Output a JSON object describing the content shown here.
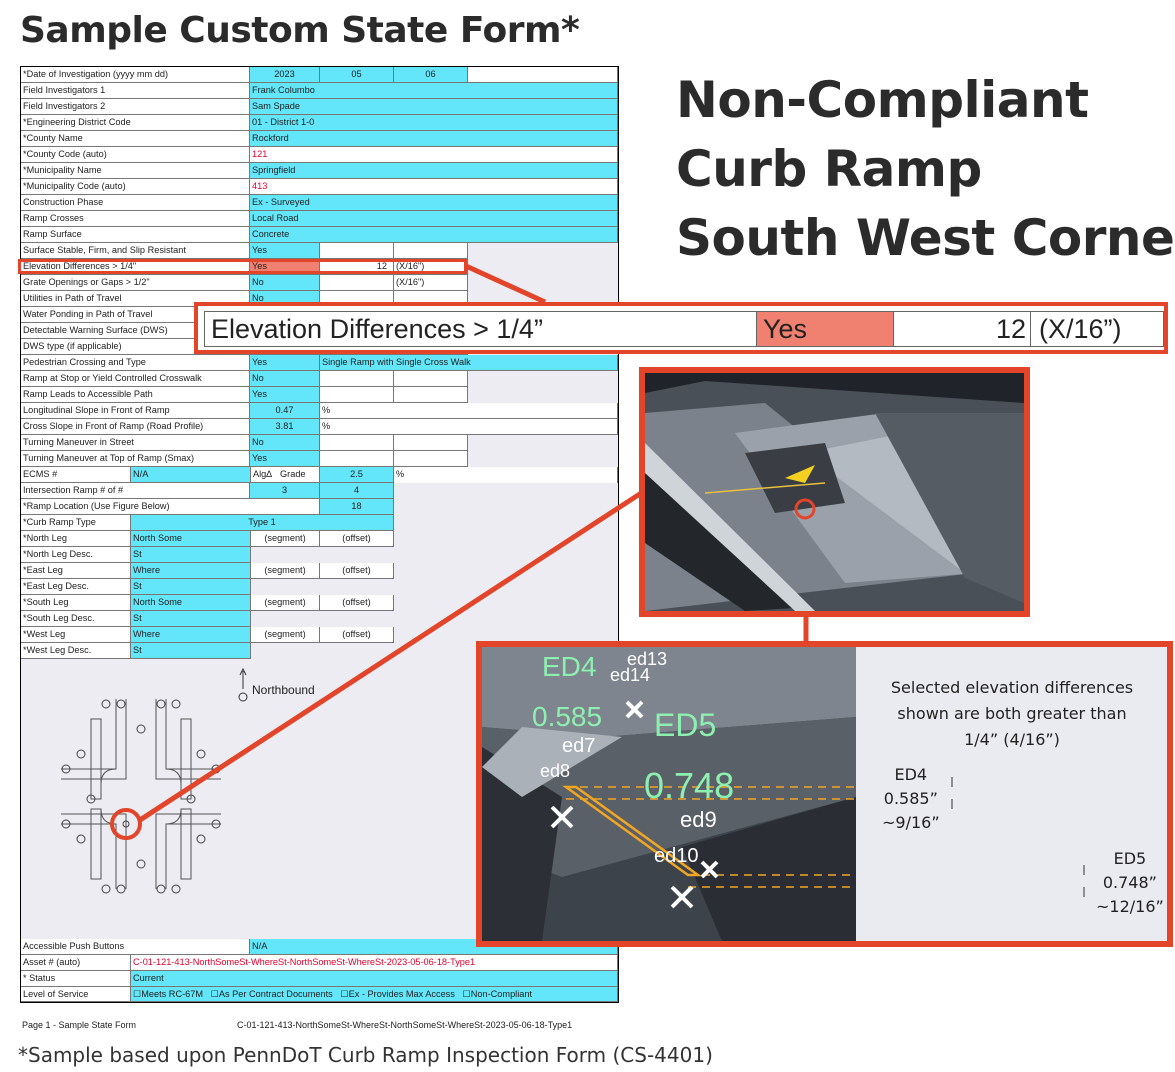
{
  "title": "Sample Custom State Form*",
  "heading": [
    "Non-Compliant",
    "Curb Ramp",
    "South West Corner"
  ],
  "form": {
    "date": {
      "label": "*Date of Investigation (yyyy mm dd)",
      "year": "2023",
      "month": "05",
      "day": "06"
    },
    "rows": [
      {
        "label": "Field Investigators 1",
        "value": "Frank Columbo"
      },
      {
        "label": "Field Investigators 2",
        "value": "Sam Spade"
      },
      {
        "label": "*Engineering District Code",
        "value": "01 - District 1-0"
      },
      {
        "label": "*County Name",
        "value": "Rockford"
      },
      {
        "label": "*County Code (auto)",
        "value": "121"
      },
      {
        "label": "*Municipality Name",
        "value": "Springfield"
      },
      {
        "label": "*Municipality Code (auto)",
        "value": "413"
      },
      {
        "label": "Construction Phase",
        "value": "Ex - Surveyed"
      },
      {
        "label": "Ramp Crosses",
        "value": "Local Road"
      },
      {
        "label": "Ramp Surface",
        "value": "Concrete"
      },
      {
        "label": "Surface Stable, Firm, and Slip Resistant",
        "value": "Yes"
      },
      {
        "label": "Elevation Differences > 1/4\"",
        "value": "Yes",
        "count": "12",
        "unit": "(X/16\")"
      },
      {
        "label": "Grate Openings or Gaps > 1/2\"",
        "value": "No",
        "unit": "(X/16\")"
      },
      {
        "label": "Utilities in Path of Travel",
        "value": "No"
      },
      {
        "label": "Water Ponding in Path of Travel",
        "value": ""
      },
      {
        "label": "Detectable Warning Surface (DWS)",
        "value": ""
      },
      {
        "label": "DWS type (if applicable)",
        "value": ""
      },
      {
        "label": "Pedestrian Crossing and Type",
        "value": "Yes",
        "extra": "Single Ramp with Single Cross Walk"
      },
      {
        "label": "Ramp at Stop or Yield Controlled Crosswalk",
        "value": "No"
      },
      {
        "label": "Ramp Leads to Accessible Path",
        "value": "Yes"
      },
      {
        "label": "Longitudinal Slope in Front of Ramp",
        "value": "0.47",
        "unit": "%"
      },
      {
        "label": "Cross Slope in Front of Ramp (Road Profile)",
        "value": "3.81",
        "unit": "%"
      },
      {
        "label": "Turning Maneuver in Street",
        "value": "No"
      },
      {
        "label": "Turning Maneuver at Top of Ramp (Smax)",
        "value": "Yes"
      }
    ],
    "ecms": {
      "label": "ECMS #",
      "value": "N/A",
      "alg": "Alg∆",
      "grade_label": "Grade",
      "grade": "2.5",
      "unit": "%"
    },
    "intersection": {
      "label": "Intersection Ramp # of #",
      "a": "3",
      "b": "4"
    },
    "location": {
      "label": "*Ramp Location (Use Figure Below)",
      "value": "18"
    },
    "curb_type": {
      "label": "*Curb Ramp Type",
      "value": "Type 1"
    },
    "legs": [
      {
        "label": "*North Leg",
        "value": "North Some",
        "seg": "(segment)",
        "off": "(offset)"
      },
      {
        "label": "*North Leg Desc.",
        "value": "St"
      },
      {
        "label": "*East Leg",
        "value": "Where",
        "seg": "(segment)",
        "off": "(offset)"
      },
      {
        "label": "*East Leg Desc.",
        "value": "St"
      },
      {
        "label": "*South Leg",
        "value": "North Some",
        "seg": "(segment)",
        "off": "(offset)"
      },
      {
        "label": "*South Leg Desc.",
        "value": "St"
      },
      {
        "label": "*West Leg",
        "value": "Where",
        "seg": "(segment)",
        "off": "(offset)"
      },
      {
        "label": "*West Leg Desc.",
        "value": "St"
      }
    ],
    "northbound": "Northbound",
    "push": {
      "label": "Accessible Push Buttons",
      "value": "N/A"
    },
    "asset": {
      "label": "Asset # (auto)",
      "value": "C-01-121-413-NorthSomeSt-WhereSt-NorthSomeSt-WhereSt-2023-05-06-18-Type1"
    },
    "status": {
      "label": "* Status",
      "value": "Current"
    },
    "service": {
      "label": "Level of Service",
      "value": "☐Meets RC-67M   ☐As Per Contract Documents   ☐Ex - Provides Max Access   ☐Non-Compliant"
    }
  },
  "callout": {
    "label": "Elevation Differences > 1/4”",
    "value": "Yes",
    "count": "12",
    "unit": "(X/16”)"
  },
  "detail": {
    "labels": {
      "ed4": "ED4",
      "ed5": "ED5",
      "ed13": "ed13",
      "ed14": "ed14",
      "ed7": "ed7",
      "ed8": "ed8",
      "ed9": "ed9",
      "ed10": "ed10",
      "v1": "0.585",
      "v2": "0.748"
    },
    "note": [
      "Selected elevation differences",
      "shown are both greater than",
      "1/4” (4/16”)"
    ],
    "ed4": {
      "name": "ED4",
      "value": "0.585”",
      "frac": "~9/16”"
    },
    "ed5": {
      "name": "ED5",
      "value": "0.748”",
      "frac": "~12/16”"
    }
  },
  "footer": {
    "page": "Page 1 - Sample State Form",
    "code": "C-01-121-413-NorthSomeSt-WhereSt-NorthSomeSt-WhereSt-2023-05-06-18-Type1"
  },
  "source": "*Sample based upon PennDoT Curb Ramp Inspection Form (CS-4401)",
  "colors": {
    "accent": "#e2452a",
    "cyan": "#63e6f9",
    "highlight": "#f08070",
    "orange": "#f2a623",
    "green": "#8ef0b0"
  }
}
